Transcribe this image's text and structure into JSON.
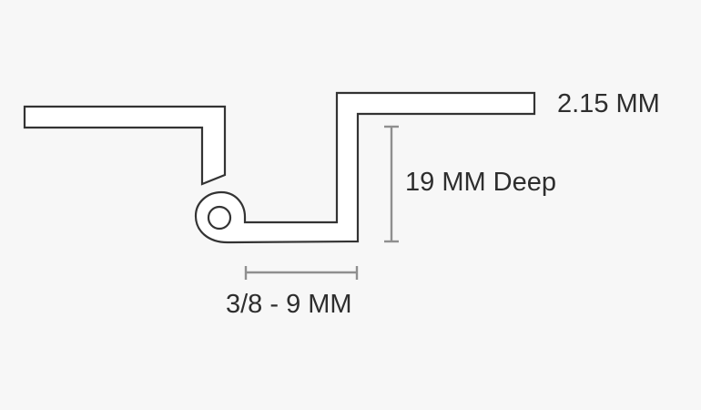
{
  "diagram": {
    "subject": "Hinge profile cross-section",
    "labels": {
      "thickness": "2.15 MM",
      "depth": "19 MM Deep",
      "width": "3/8 - 9 MM"
    },
    "colors": {
      "background": "#f7f7f7",
      "outline": "#333333",
      "fill": "#ffffff",
      "dimension_line": "#8f8f8f",
      "text": "#2e2e2e"
    }
  }
}
